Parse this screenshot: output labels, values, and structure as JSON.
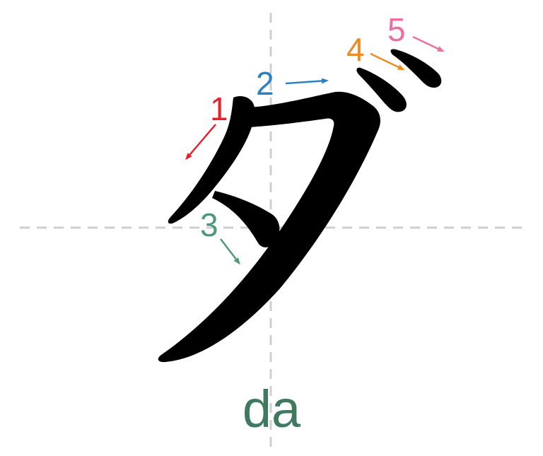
{
  "character": {
    "glyph": "ダ",
    "romaji": "da"
  },
  "strokes": [
    {
      "order": "1",
      "color": "#e8202a"
    },
    {
      "order": "2",
      "color": "#2f7fc4"
    },
    {
      "order": "3",
      "color": "#4e9a78"
    },
    {
      "order": "4",
      "color": "#f08a24"
    },
    {
      "order": "5",
      "color": "#ec6fa0"
    }
  ],
  "colors": {
    "guide": "#cfcfcf",
    "glyph": "#000000",
    "romaji": "#3f7a60"
  }
}
